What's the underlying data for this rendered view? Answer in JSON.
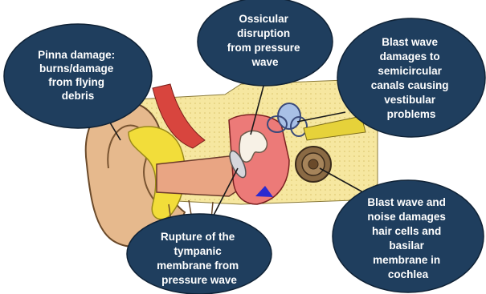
{
  "callouts": {
    "pinna": {
      "lines": [
        "Pinna damage:",
        "burns/damage",
        "from flying",
        "debris"
      ]
    },
    "ossicular": {
      "lines": [
        "Ossicular",
        "disruption",
        "from pressure",
        "wave"
      ]
    },
    "semicircular": {
      "lines": [
        "Blast wave",
        "damages to",
        "semicircular",
        "canals causing",
        "vestibular",
        "problems"
      ]
    },
    "tympanic": {
      "lines": [
        "Rupture of the",
        "tympanic",
        "membrane  from",
        "pressure wave"
      ]
    },
    "cochlea": {
      "lines": [
        "Blast wave and",
        "noise damages",
        "hair cells and",
        "basilar",
        "membrane in",
        "cochlea"
      ]
    }
  },
  "colors": {
    "bubble_fill": "#1f3e5e",
    "bubble_stroke": "#0f2236",
    "bubble_text": "#ffffff",
    "skin": "#e0b48c",
    "bone": "#f3e08a",
    "canal_red": "#e8706e",
    "cochlea": "#8a6a44",
    "semicircular_blue": "#9fb8e0",
    "nerve_yellow": "#e6d23a"
  }
}
